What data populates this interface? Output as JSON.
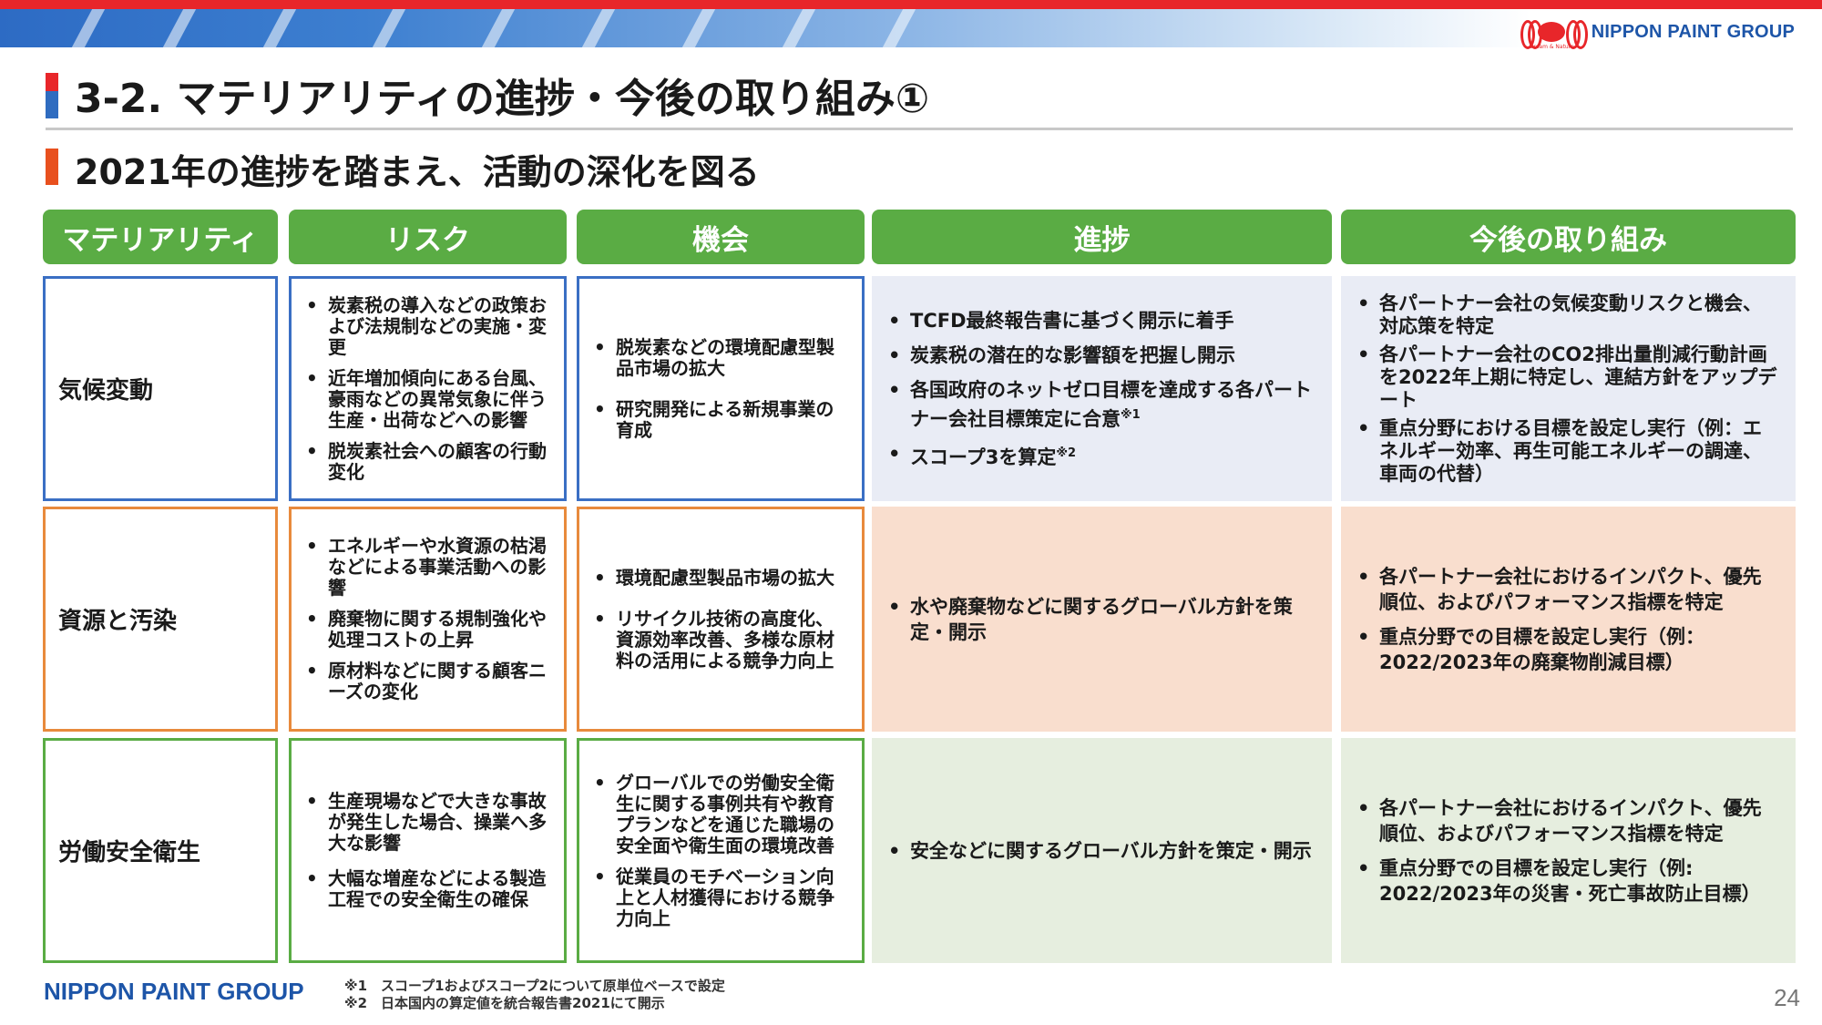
{
  "brand": {
    "name": "NIPPON PAINT GROUP",
    "logo_tagline": "Dream & Nature"
  },
  "title": "3-2. マテリアリティの進捗・今後の取り組み①",
  "subtitle": "2021年の進捗を踏まえ、活動の深化を図る",
  "headers": {
    "materiality": "マテリアリティ",
    "risk": "リスク",
    "opportunity": "機会",
    "progress": "進捗",
    "future": "今後の取り組み"
  },
  "colors": {
    "header_green": "#5aac44",
    "climate_blue": "#3a6fc4",
    "resource_orange": "#e88a3c",
    "labor_green": "#5aac44",
    "climate_fill": "#e9ecf5",
    "resource_fill": "#f9dece",
    "labor_fill": "#e6eedf",
    "brand_blue": "#1d55a8",
    "accent_red": "#e8262a"
  },
  "rows": [
    {
      "materiality": "気候変動",
      "risk": [
        "炭素税の導入などの政策および法規制などの実施・変更",
        "近年増加傾向にある台風、豪雨などの異常気象に伴う生産・出荷などへの影響",
        "脱炭素社会への顧客の行動変化"
      ],
      "opportunity": [
        "脱炭素などの環境配慮型製品市場の拡大",
        "研究開発による新規事業の育成"
      ],
      "progress": [
        {
          "text": "TCFD最終報告書に基づく開示に着手",
          "note": ""
        },
        {
          "text": "炭素税の潜在的な影響額を把握し開示",
          "note": ""
        },
        {
          "text": "各国政府のネットゼロ目標を達成する各パートナー会社目標策定に合意",
          "note": "※1"
        },
        {
          "text": "スコープ3を算定",
          "note": "※2"
        }
      ],
      "future": [
        "各パートナー会社の気候変動リスクと機会、対応策を特定",
        "各パートナー会社のCO2排出量削減行動計画を2022年上期に特定し、連結方針をアップデート",
        "重点分野における目標を設定し実行（例：エネルギー効率、再生可能エネルギーの調達、車両の代替）"
      ]
    },
    {
      "materiality": "資源と汚染",
      "risk": [
        "エネルギーや水資源の枯渇などによる事業活動への影響",
        "廃棄物に関する規制強化や処理コストの上昇",
        "原材料などに関する顧客ニーズの変化"
      ],
      "opportunity": [
        "環境配慮型製品市場の拡大",
        "リサイクル技術の高度化、資源効率改善、多様な原材料の活用による競争力向上"
      ],
      "progress": [
        {
          "text": "水や廃棄物などに関するグローバル方針を策定・開示",
          "note": ""
        }
      ],
      "future": [
        "各パートナー会社におけるインパクト、優先順位、およびパフォーマンス指標を特定",
        "重点分野での目標を設定し実行（例：2022/2023年の廃棄物削減目標）"
      ]
    },
    {
      "materiality": "労働安全衛生",
      "risk": [
        "生産現場などで大きな事故が発生した場合、操業へ多大な影響",
        "大幅な増産などによる製造工程での安全衛生の確保"
      ],
      "opportunity": [
        "グローバルでの労働安全衛生に関する事例共有や教育プランなどを通じた職場の安全面や衛生面の環境改善",
        "従業員のモチベーション向上と人材獲得における競争力向上"
      ],
      "progress": [
        {
          "text": "安全などに関するグローバル方針を策定・開示",
          "note": ""
        }
      ],
      "future": [
        "各パートナー会社におけるインパクト、優先順位、およびパフォーマンス指標を特定",
        "重点分野での目標を設定し実行（例: 2022/2023年の災害・死亡事故防止目標）"
      ]
    }
  ],
  "footnotes": [
    {
      "mark": "※1",
      "text": "スコープ1およびスコープ2について原単位ベースで設定"
    },
    {
      "mark": "※2",
      "text": "日本国内の算定値を統合報告書2021にて開示"
    }
  ],
  "page_number": "24"
}
